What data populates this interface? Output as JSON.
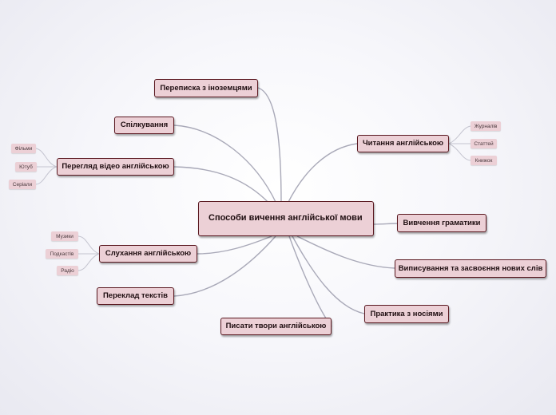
{
  "root": {
    "label": "Способи вичення англійської мови"
  },
  "topics": {
    "correspondence": "Переписка з іноземцями",
    "communication": "Спілкування",
    "video": "Перегляд відео англійською",
    "listening": "Слухання  англійською",
    "translation": "Переклад текстів",
    "essays": "Писати твори англійською",
    "reading": "Читання англійською",
    "grammar": "Вивчення граматики",
    "vocabulary": "Виписування та засвоєння нових слів",
    "practice": "Практика з носіями"
  },
  "subtopics": {
    "video": [
      "Фільми",
      "Ютуб",
      "Серіали"
    ],
    "listening": [
      "Музики",
      "Подкастів",
      "Радіо"
    ],
    "reading": [
      "Журналів",
      "Статтей",
      "Книжок"
    ]
  }
}
